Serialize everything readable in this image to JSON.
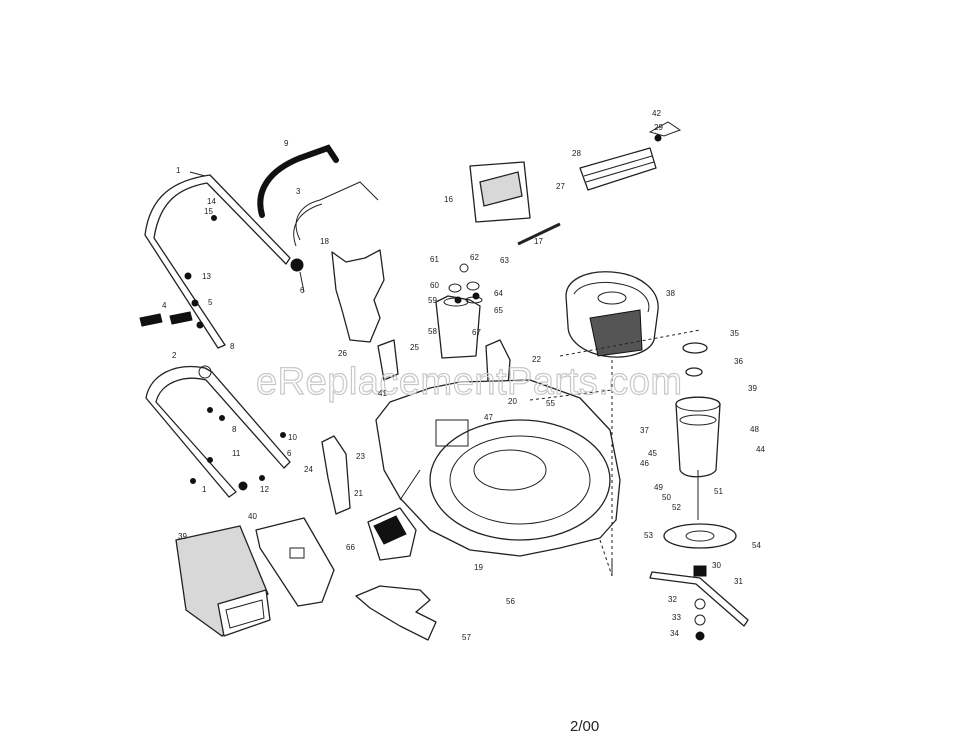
{
  "watermark": "eReplacementParts.com",
  "footer_date": "2/00",
  "part_labels": [
    "1",
    "2",
    "3",
    "4",
    "5",
    "6",
    "8",
    "9",
    "10",
    "11",
    "12",
    "13",
    "14",
    "15",
    "16",
    "17",
    "18",
    "19",
    "20",
    "21",
    "22",
    "23",
    "24",
    "25",
    "26",
    "27",
    "28",
    "29",
    "30",
    "31",
    "32",
    "33",
    "34",
    "35",
    "36",
    "37",
    "38",
    "39",
    "40",
    "41",
    "42",
    "44",
    "45",
    "46",
    "47",
    "48",
    "49",
    "50",
    "51",
    "52",
    "53",
    "54",
    "55",
    "56",
    "57",
    "58",
    "59",
    "60",
    "61",
    "62",
    "63",
    "64",
    "65",
    "66",
    "67"
  ]
}
